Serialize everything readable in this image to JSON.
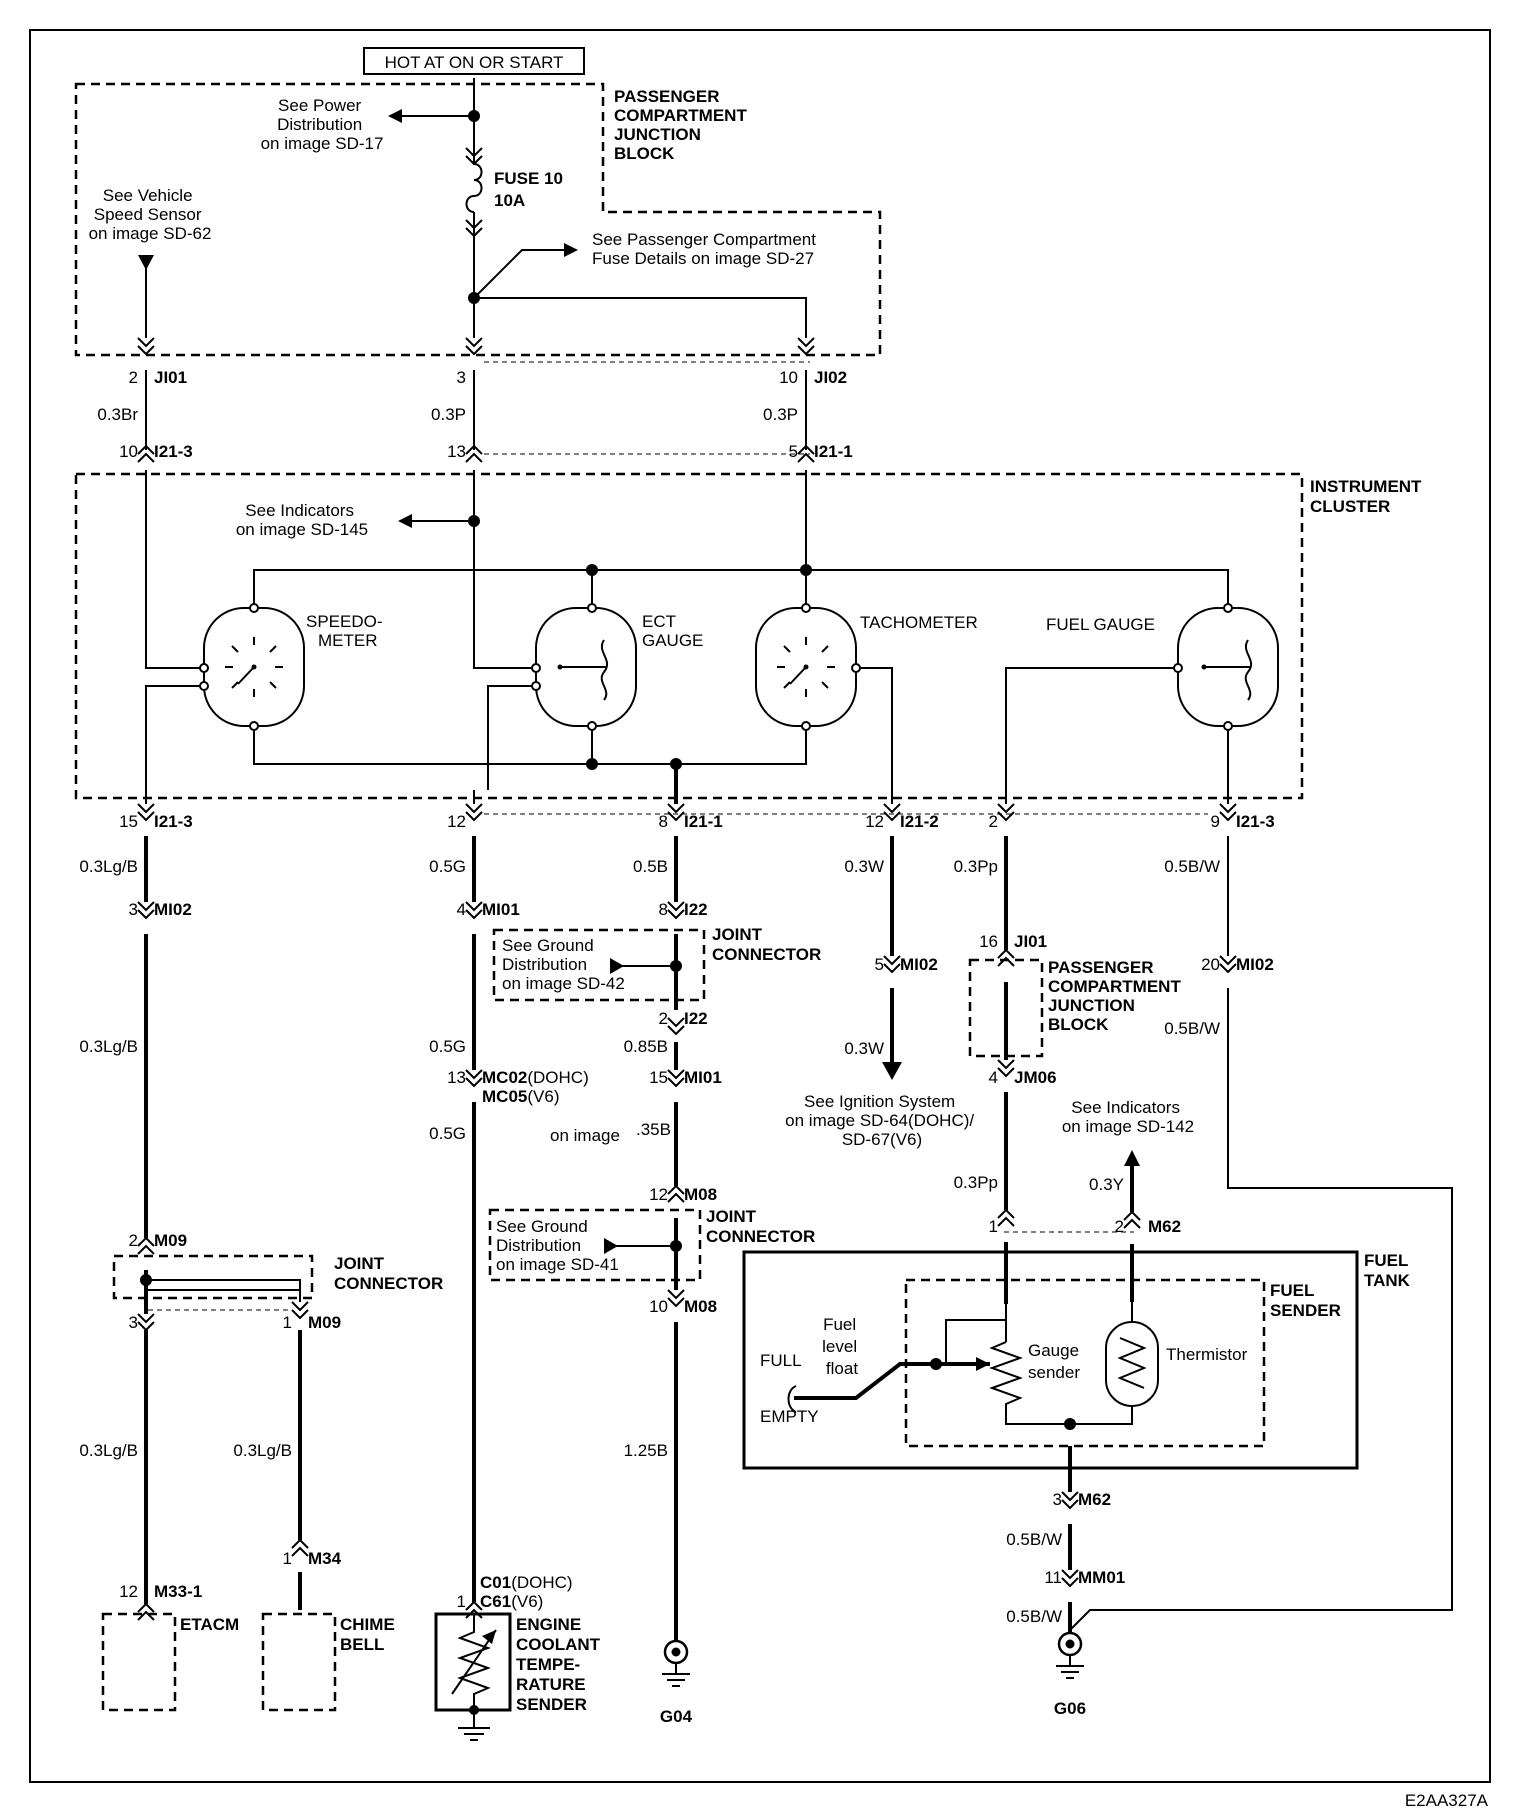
{
  "header": {
    "hot_label": "HOT AT ON OR START",
    "figure_id": "E2AA327A"
  },
  "blocks": {
    "pcjb_top": [
      "PASSENGER",
      "COMPARTMENT",
      "JUNCTION",
      "BLOCK"
    ],
    "instrument_cluster": [
      "INSTRUMENT",
      "CLUSTER"
    ],
    "pcjb_mid": [
      "PASSENGER",
      "COMPARTMENT",
      "JUNCTION",
      "BLOCK"
    ],
    "fuel_tank": [
      "FUEL",
      "TANK"
    ],
    "fuel_sender": [
      "FUEL",
      "SENDER"
    ],
    "joint_connector": [
      "JOINT",
      "CONNECTOR"
    ]
  },
  "refs": {
    "power_dist": [
      "See Power",
      "Distribution",
      "on image SD-17"
    ],
    "vss": [
      "See Vehicle",
      "Speed Sensor",
      "on image SD-62"
    ],
    "fuse_details": [
      "See Passenger Compartment",
      "Fuse Details on image SD-27"
    ],
    "indicators_145": [
      "See Indicators",
      "on image SD-145"
    ],
    "ground_42": [
      "See Ground",
      "Distribution",
      "on image SD-42"
    ],
    "ground_41": [
      "See Ground",
      "Distribution",
      "on image SD-41"
    ],
    "ignition": [
      "See Ignition System",
      "on image SD-64(DOHC)/",
      "SD-67(V6)"
    ],
    "indicators_142": [
      "See Indicators",
      "on image SD-142"
    ],
    "stray": "on image"
  },
  "fuse": {
    "name": "FUSE 10",
    "rating": "10A"
  },
  "gauges": {
    "speedo": [
      "SPEEDO-",
      "METER"
    ],
    "ect": [
      "ECT",
      "GAUGE"
    ],
    "tach": "TACHOMETER",
    "fuel": "FUEL GAUGE"
  },
  "sender": {
    "float": [
      "Fuel",
      "level",
      "float"
    ],
    "full": "FULL",
    "empty": "EMPTY",
    "gauge_sender": [
      "Gauge",
      "sender"
    ],
    "thermistor": "Thermistor"
  },
  "components": {
    "etacm": "ETACM",
    "chime": [
      "CHIME",
      "BELL"
    ],
    "ect_sender": [
      "ENGINE",
      "COOLANT",
      "TEMPE-",
      "RATURE",
      "SENDER"
    ]
  },
  "grounds": {
    "g04": "G04",
    "g06": "G06"
  },
  "wires": {
    "br": "0.3Br",
    "p1": "0.3P",
    "p2": "0.3P",
    "lgb1": "0.3Lg/B",
    "lgb2": "0.3Lg/B",
    "lgb3": "0.3Lg/B",
    "lgb4": "0.3Lg/B",
    "g1": "0.5G",
    "g2": "0.5G",
    "g3": "0.5G",
    "b05": "0.5B",
    "b085": "0.85B",
    "b035": ".35B",
    "b125": "1.25B",
    "w1": "0.3W",
    "w2": "0.3W",
    "pp1": "0.3Pp",
    "pp2": "0.3Pp",
    "bw1": "0.5B/W",
    "bw2": "0.5B/W",
    "bw3": "0.5B/W",
    "bw4": "0.5B/W",
    "y": "0.3Y"
  },
  "connectors": {
    "ji01": "JI01",
    "ji02": "JI02",
    "i21_3": "I21-3",
    "i21_1": "I21-1",
    "i21_2": "I21-2",
    "mi02": "MI02",
    "mi01": "MI01",
    "i22": "I22",
    "mc02": "MC02",
    "mc02_s": "(DOHC)",
    "mc05": "MC05",
    "mc05_s": "(V6)",
    "m08": "M08",
    "m09": "M09",
    "m62": "M62",
    "mm01": "MM01",
    "jm06": "JM06",
    "m34": "M34",
    "m33_1": "M33-1",
    "c01": "C01",
    "c01_s": "(DOHC)",
    "c61": "C61",
    "c61_s": "(V6)"
  },
  "pins": {
    "p2": "2",
    "p3": "3",
    "p10": "10",
    "p10b": "10",
    "p13": "13",
    "p5": "5",
    "p15": "15",
    "p12": "12",
    "p8": "8",
    "p12b": "12",
    "p2b": "2",
    "p9": "9",
    "p3b": "3",
    "p4": "4",
    "p8b": "8",
    "p5b": "5",
    "p16": "16",
    "p20": "20",
    "p2c": "2",
    "p13b": "13",
    "p15b": "15",
    "p4b": "4",
    "p12c": "12",
    "p1": "1",
    "p2d": "2",
    "p2e": "2",
    "p10c": "10",
    "p3c": "3",
    "p1b": "1",
    "p3d": "3",
    "p11": "11",
    "p1c": "1",
    "p12d": "12",
    "p1d": "1"
  }
}
